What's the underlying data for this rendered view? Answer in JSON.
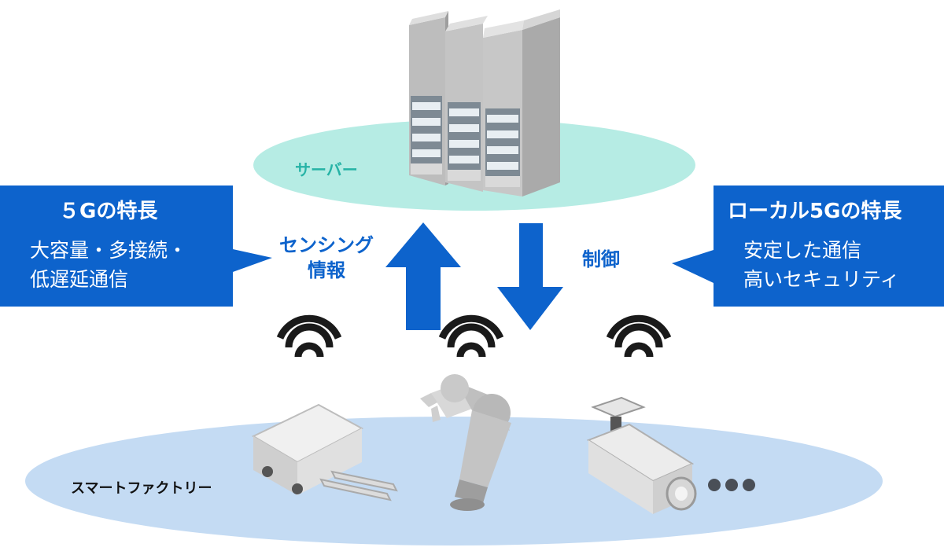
{
  "server_label": "サーバー",
  "factory_label": "スマートファクトリー",
  "left_callout": {
    "title": "５Gの特長",
    "lines": [
      "大容量・多接続・",
      "低遅延通信"
    ]
  },
  "right_callout": {
    "title": "ローカル5Gの特長",
    "lines": [
      "安定した通信",
      "高いセキュリティ"
    ]
  },
  "up_arrow_label": [
    "センシング",
    "情報"
  ],
  "down_arrow_label": "制御",
  "ellipsis": "•••",
  "icons": [
    "server-rack-icon",
    "wifi-icon",
    "sensor-device-icon",
    "robot-arm-icon",
    "camera-icon"
  ],
  "colors": {
    "primary_blue": "#0d63cc",
    "server_ellipse": "#b6ece4",
    "server_label": "#26b3a6",
    "factory_ellipse": "#c4dbf3"
  }
}
